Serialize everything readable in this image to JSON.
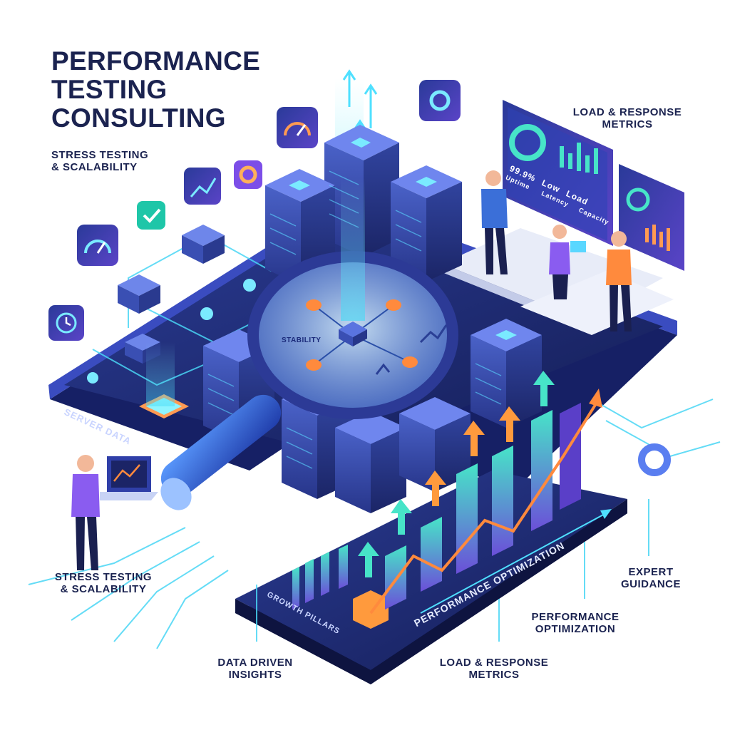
{
  "title": {
    "line1": "PERFORMANCE",
    "line2": "TESTING",
    "line3": "CONSULTING"
  },
  "labels": {
    "stress_top": [
      "STRESS TESTING",
      "& SCALABILITY"
    ],
    "load_top": [
      "LOAD & RESPONSE",
      "METRICS"
    ],
    "server_data": "SERVER DATA",
    "stability": "STABILITY",
    "stress_bottom": [
      "STRESS TESTING",
      "& SCALABILITY"
    ],
    "data_driven": [
      "DATA DRIVEN",
      "INSIGHTS"
    ],
    "load_bottom": [
      "LOAD & RESPONSE",
      "METRICS"
    ],
    "perf_opt_right": [
      "PERFORMANCE",
      "OPTIMIZATION"
    ],
    "expert": [
      "EXPERT",
      "GUIDANCE"
    ],
    "growth_pillars": "GROWTH PILLARS",
    "perf_opt_platform": "PERFORMANCE OPTIMIZATION"
  },
  "dashboard": {
    "metric1_value": "99.9%",
    "metric1_label": "Uptime",
    "metric2_value": "Low",
    "metric2_label": "Latency",
    "metric3_value": "Load",
    "metric3_label": "Capacity"
  },
  "colors": {
    "navy": "#1b2350",
    "platform": "#1e2a6e",
    "accent_cyan": "#3fd8f5",
    "accent_purple": "#8a5cf0",
    "accent_orange": "#ff8a3d",
    "server": "#3c4fa8"
  },
  "icons": [
    "gauge-icon",
    "gear-icon",
    "chart-icon",
    "check-icon",
    "clock-icon",
    "magnifier-icon"
  ]
}
